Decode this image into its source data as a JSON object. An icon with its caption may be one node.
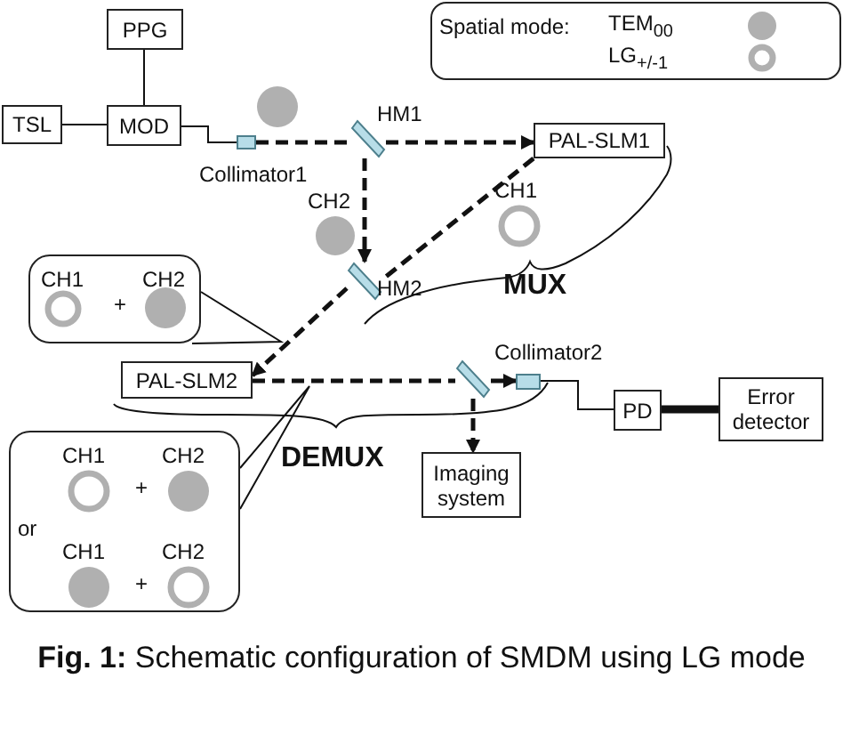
{
  "diagram": {
    "caption": "**Fig. 1:** Schematic configuration of SMDM using LG mode",
    "nodes": [
      {
        "text": [
          "PPG"
        ]
      },
      {
        "text": [
          "TSL"
        ]
      },
      {
        "text": [
          "MOD"
        ]
      },
      {
        "text": [],
        "shape": "box",
        "beside": [
          "Collimator1"
        ]
      },
      {
        "text": [],
        "shape": "bar",
        "beside": [
          "HM1"
        ]
      },
      {
        "text": [
          "PAL-SLM1"
        ]
      },
      {
        "text": [],
        "shape": "bar",
        "beside": [
          "HM2"
        ]
      },
      {
        "text": [
          "PAL-SLM2"
        ]
      },
      {
        "text": [],
        "shape": "bar"
      },
      {
        "text": [],
        "shape": "box",
        "beside": [
          "Collimator2"
        ]
      },
      {
        "text": [
          "Imaging system"
        ]
      },
      {
        "text": [
          "PD"
        ]
      },
      {
        "text": [
          "Error detector"
        ]
      },
      {
        "text": [],
        "shape": "callout"
      },
      {
        "text": [],
        "shape": "ring",
        "in": 13,
        "beside": [
          "CH1"
        ]
      },
      {
        "text": [],
        "shape": "circle",
        "in": 13,
        "beside": [
          "CH2"
        ]
      },
      {
        "text": [],
        "shape": "callout"
      },
      {
        "text": [],
        "shape": "ring",
        "in": 16,
        "beside": [
          "CH1"
        ]
      },
      {
        "text": [],
        "shape": "circle",
        "in": 16,
        "beside": [
          "CH2"
        ]
      },
      {
        "text": [],
        "shape": "circle",
        "in": 16,
        "beside": [
          "CH1"
        ]
      },
      {
        "text": [],
        "shape": "ring",
        "in": 16,
        "beside": [
          "CH2"
        ]
      },
      {
        "text": [],
        "shape": "circle"
      },
      {
        "text": [],
        "shape": "circle",
        "beside": [
          "CH2"
        ]
      },
      {
        "text": [],
        "shape": "ring",
        "beside": [
          "CH1"
        ]
      }
    ],
    "edges": [
      {
        "from": 0,
        "to": 2,
        "arrow": "none"
      },
      {
        "from": 1,
        "to": 2,
        "arrow": "none"
      },
      {
        "from": 2,
        "to": 3,
        "arrow": "none"
      },
      {
        "from": 3,
        "to": 4,
        "arrow": "none",
        "style": "dashed"
      },
      {
        "from": 4,
        "to": 5,
        "arrow": "to",
        "style": "dashed"
      },
      {
        "from": 4,
        "to": 6,
        "arrow": "to",
        "style": "dashed"
      },
      {
        "from": 5,
        "to": 6,
        "arrow": "none",
        "style": "dashed"
      },
      {
        "from": 6,
        "to": 7,
        "arrow": "to",
        "style": "dashed"
      },
      {
        "from": 7,
        "to": 8,
        "arrow": "none",
        "style": "dashed"
      },
      {
        "from": 8,
        "to": 9,
        "arrow": "to",
        "style": "dashed"
      },
      {
        "from": 8,
        "to": 10,
        "arrow": "to",
        "style": "dashed"
      },
      {
        "from": 9,
        "to": 11,
        "arrow": "none"
      },
      {
        "from": 11,
        "to": 12,
        "arrow": "none",
        "style": "thick"
      },
      {
        "from": 13,
        "to": null,
        "arrow": "none"
      },
      {
        "from": 16,
        "to": null,
        "arrow": "none"
      }
    ],
    "labels": [
      "Spatial mode:",
      "MUX",
      "+",
      "DEMUX",
      "+",
      "or",
      "+"
    ],
    "legend": [
      {
        "text": "TEM$_{00}$"
      },
      {
        "text": "LG$_{+/-1}$"
      }
    ]
  }
}
